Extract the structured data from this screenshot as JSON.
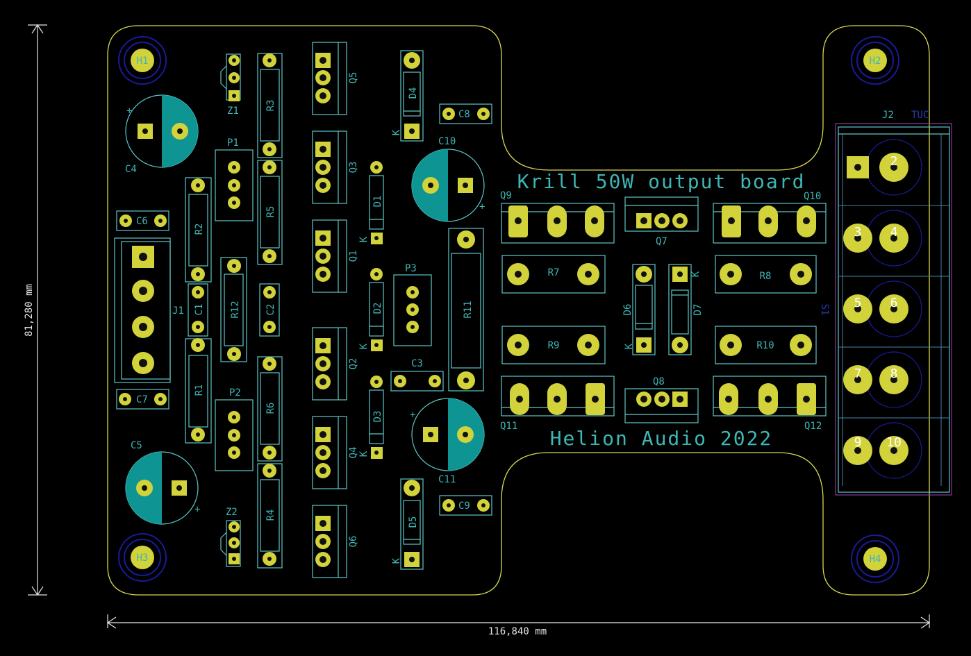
{
  "board": {
    "title_top": "Krill 50W output board",
    "title_bottom": "Helion Audio 2022",
    "dim_width": "116,840 mm",
    "dim_height": "81,280 mm",
    "tuc_label": "TUC",
    "s1_label": "S1"
  },
  "mount_holes": [
    "H1",
    "H2",
    "H3",
    "H4"
  ],
  "components": {
    "caps_electrolytic": [
      "C4",
      "C5",
      "C10",
      "C11"
    ],
    "caps": [
      "C1",
      "C2",
      "C3",
      "C6",
      "C7",
      "C8",
      "C9"
    ],
    "resistors": [
      "R1",
      "R2",
      "R3",
      "R4",
      "R5",
      "R6",
      "R7",
      "R8",
      "R9",
      "R10",
      "R11",
      "R12"
    ],
    "diodes": [
      "D1",
      "D2",
      "D3",
      "D4",
      "D5",
      "D6",
      "D7"
    ],
    "zeners": [
      "Z1",
      "Z2"
    ],
    "pots": [
      "P1",
      "P2",
      "P3"
    ],
    "transistors": [
      "Q1",
      "Q2",
      "Q3",
      "Q4",
      "Q5",
      "Q6",
      "Q7",
      "Q8",
      "Q9",
      "Q10",
      "Q11",
      "Q12"
    ],
    "connectors": [
      "J1",
      "J2"
    ],
    "cathode_mark": "K"
  },
  "j2_pins": [
    "2",
    "3",
    "4",
    "5",
    "6",
    "7",
    "8",
    "9",
    "10"
  ],
  "colors": {
    "background": "#000000",
    "edge_cuts": "#d8d850",
    "silkscreen": "#5fc8c8",
    "copper_pad": "#d2d23a",
    "cap_fill": "#0f9494"
  }
}
